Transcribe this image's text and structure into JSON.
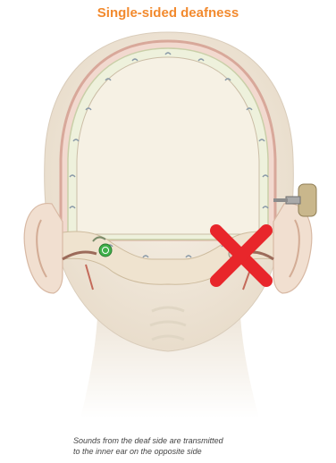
{
  "figure": {
    "title": "Single-sided deafness",
    "caption_lines": [
      "Sounds from the deaf side are transmitted",
      "to the inner ear on the opposite side"
    ]
  },
  "colors": {
    "title": "#f28a2e",
    "deaf_marker": "#e8262b",
    "skin": "#efe6d8",
    "bone": "#f6f1e4",
    "skull_outline": "#d8a89a",
    "coil": "#8a9aa8",
    "cochlea_active": "#3fb04a"
  },
  "icons": {
    "deaf_marker": "red-x-mark",
    "implant": "bone-anchored-hearing-device"
  }
}
